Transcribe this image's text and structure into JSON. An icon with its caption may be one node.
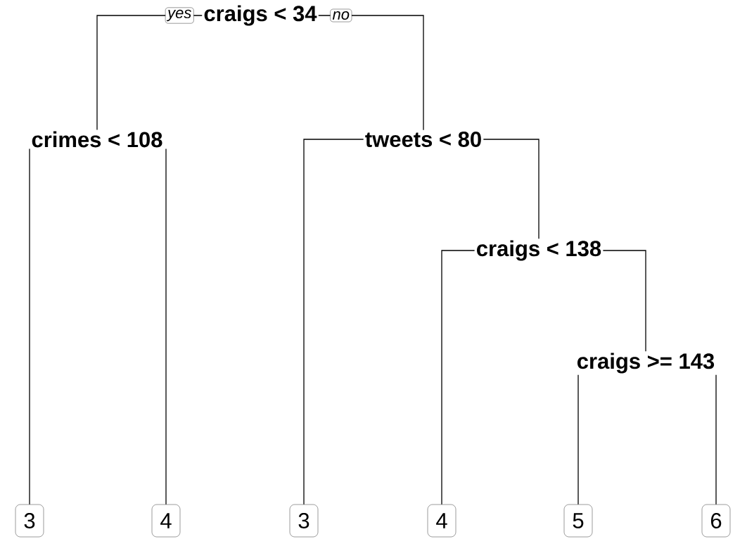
{
  "diagram": {
    "nodes": [
      {
        "text": [
          "craigs < 34"
        ]
      },
      {
        "text": [
          "crimes < 108"
        ]
      },
      {
        "text": [
          "tweets < 80"
        ]
      },
      {
        "text": [
          "3"
        ]
      },
      {
        "text": [
          "4"
        ]
      },
      {
        "text": [
          "craigs < 138"
        ]
      },
      {
        "text": [
          "3"
        ]
      },
      {
        "text": [
          "4"
        ]
      },
      {
        "text": [
          "craigs >= 143"
        ]
      },
      {
        "text": [
          "5"
        ]
      },
      {
        "text": [
          "6"
        ]
      }
    ],
    "edges": [
      {
        "from": 0,
        "to": 1,
        "arrow": "none",
        "label": "yes"
      },
      {
        "from": 0,
        "to": 2,
        "arrow": "none",
        "label": "no"
      },
      {
        "from": 1,
        "to": 3,
        "arrow": "none"
      },
      {
        "from": 1,
        "to": 4,
        "arrow": "none"
      },
      {
        "from": 2,
        "to": 6,
        "arrow": "none"
      },
      {
        "from": 2,
        "to": 5,
        "arrow": "none"
      },
      {
        "from": 5,
        "to": 7,
        "arrow": "none"
      },
      {
        "from": 5,
        "to": 8,
        "arrow": "none"
      },
      {
        "from": 8,
        "to": 9,
        "arrow": "none"
      },
      {
        "from": 8,
        "to": 10,
        "arrow": "none"
      }
    ]
  }
}
